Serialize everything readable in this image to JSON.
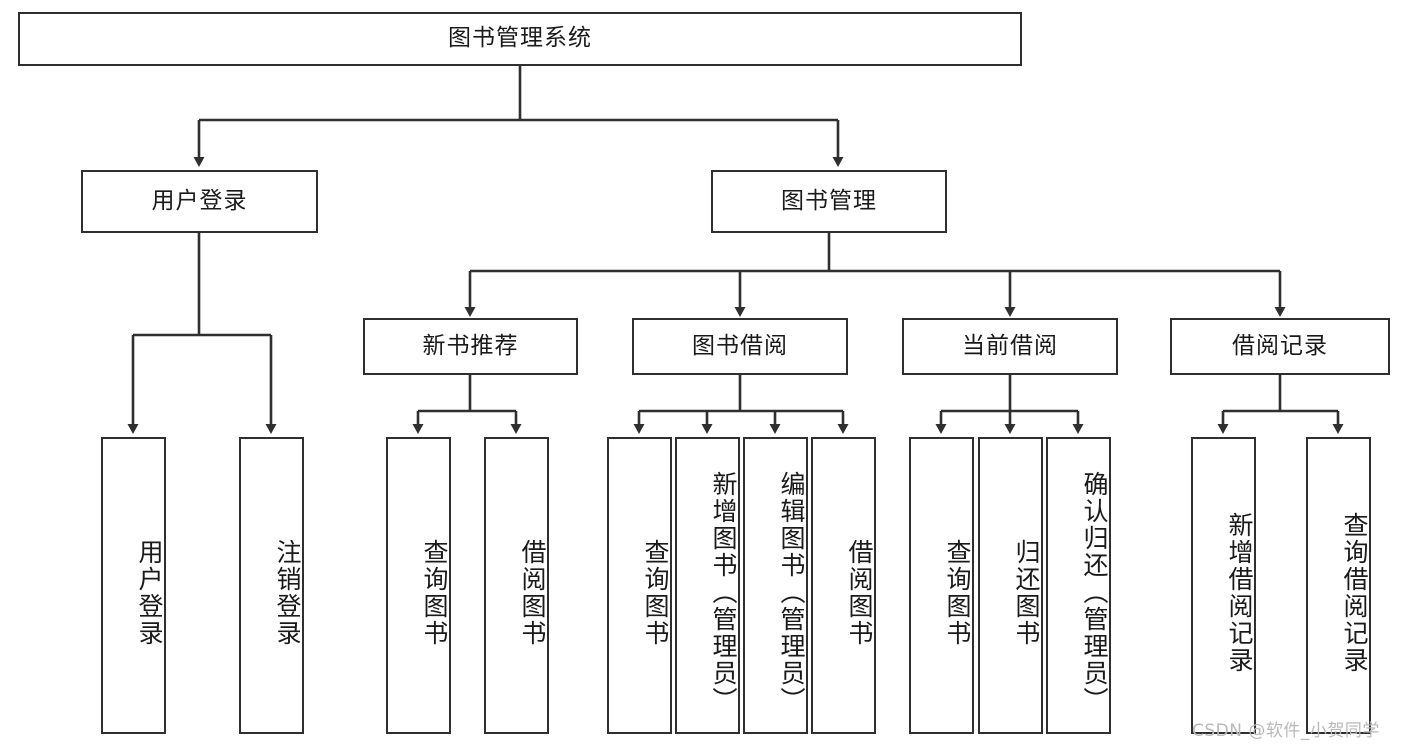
{
  "diagram": {
    "title": "图书管理系统",
    "root": {
      "label": "图书管理系统"
    },
    "level2": [
      {
        "label": "用户登录"
      },
      {
        "label": "图书管理"
      }
    ],
    "level3": [
      {
        "label": "新书推荐"
      },
      {
        "label": "图书借阅"
      },
      {
        "label": "当前借阅"
      },
      {
        "label": "借阅记录"
      }
    ],
    "leaves": {
      "user_login": [
        {
          "label": "用户登录"
        },
        {
          "label": "注销登录"
        }
      ],
      "new_book_recommend": [
        {
          "label": "查询图书"
        },
        {
          "label": "借阅图书"
        }
      ],
      "book_borrow": [
        {
          "label": "查询图书"
        },
        {
          "label": "新增图书（管理员）"
        },
        {
          "label": "编辑图书（管理员）"
        },
        {
          "label": "借阅图书"
        }
      ],
      "current_borrow": [
        {
          "label": "查询图书"
        },
        {
          "label": "归还图书"
        },
        {
          "label": "确认归还（管理员）"
        }
      ],
      "borrow_record": [
        {
          "label": "新增借阅记录"
        },
        {
          "label": "查询借阅记录"
        }
      ]
    }
  },
  "watermark": {
    "text": "CSDN @软件_小贺同学"
  },
  "colors": {
    "border": "#2f2f2f",
    "background": "#ffffff",
    "text": "#1a1a1a",
    "watermark": "#b9b9b9"
  }
}
